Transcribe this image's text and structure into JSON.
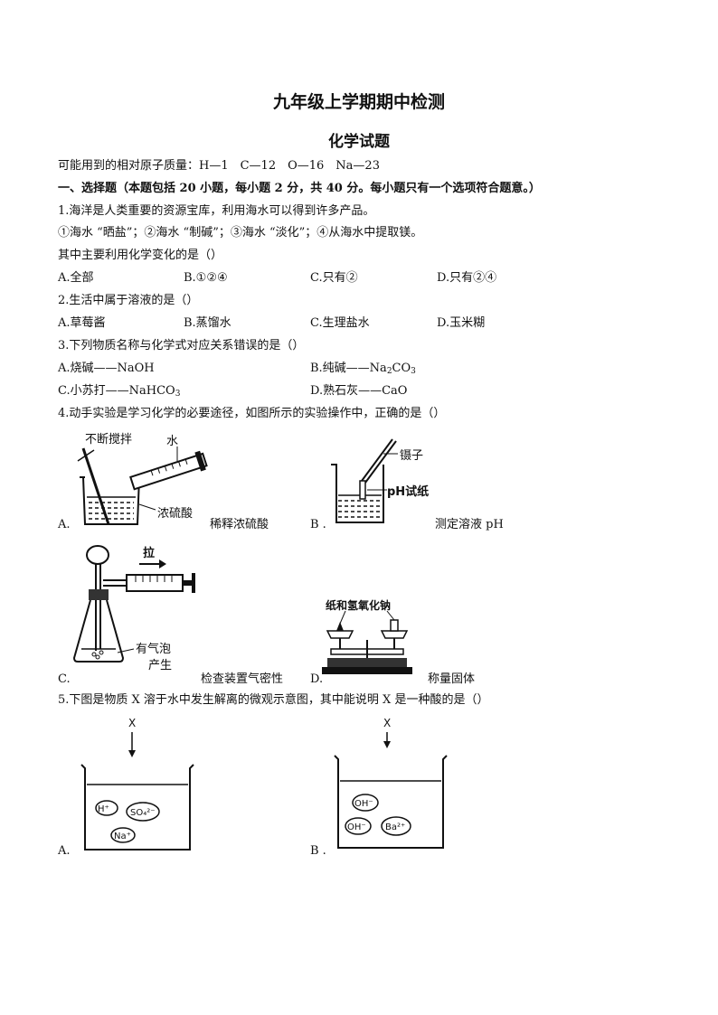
{
  "header": {
    "title": "九年级上学期期中检测",
    "subtitle": "化学试题"
  },
  "masses": "可能用到的相对原子质量：H—1　C—12　O—16　Na—23",
  "section1": "一、选择题（本题包括 20 小题，每小题 2 分，共 40 分。每小题只有一个选项符合题意。）",
  "q1": {
    "stem": "1.海洋是人类重要的资源宝库，利用海水可以得到许多产品。",
    "items": "①海水 “晒盐”；②海水 “制碱”；③海水 “淡化”；④从海水中提取镁。",
    "ask": "其中主要利用化学变化的是（）",
    "options": [
      "A.全部",
      "B.①②④",
      "C.只有②",
      "D.只有②④"
    ]
  },
  "q2": {
    "stem": "2.生活中属于溶液的是（）",
    "options": [
      "A.草莓酱",
      "B.蒸馏水",
      "C.生理盐水",
      "D.玉米糊"
    ]
  },
  "q3": {
    "stem": "3.下列物质名称与化学式对应关系错误的是（）",
    "optA_pre": "A.烧碱——NaOH",
    "optB_pre": "B.纯碱——Na",
    "optB_sub1": "2",
    "optB_mid": "CO",
    "optB_sub2": "3",
    "optC_pre": "C.小苏打——NaHCO",
    "optC_sub": "3",
    "optD_pre": "D.熟石灰——CaO"
  },
  "q4": {
    "stem": "4.动手实验是学习化学的必要途径，如图所示的实验操作中，正确的是（）",
    "A": {
      "letter": "A.",
      "caption": "稀释浓硫酸",
      "label_stir": "不断搅拌",
      "label_water": "水",
      "label_acid": "浓硫酸"
    },
    "B": {
      "letter": "B .",
      "caption": "测定溶液 pH",
      "label_tweezers": "镊子",
      "label_paper": "pH试纸"
    },
    "C": {
      "letter": "C.",
      "caption": "检查装置气密性",
      "label_pull": "拉",
      "label_bubble1": "有气泡",
      "label_bubble2": "产生"
    },
    "D": {
      "letter": "D.",
      "caption": "称量固体",
      "label_top": "纸和氢氧化钠"
    }
  },
  "q5": {
    "stem": "5.下图是物质 X 溶于水中发生解离的微观示意图，其中能说明 X 是一种酸的是（）",
    "A": {
      "letter": "A.",
      "x": "X",
      "ions": [
        "H⁺",
        "SO₄²⁻",
        "Na⁺"
      ]
    },
    "B": {
      "letter": "B .",
      "x": "X",
      "ions": [
        "OH⁻",
        "OH⁻",
        "Ba²⁺"
      ]
    }
  }
}
